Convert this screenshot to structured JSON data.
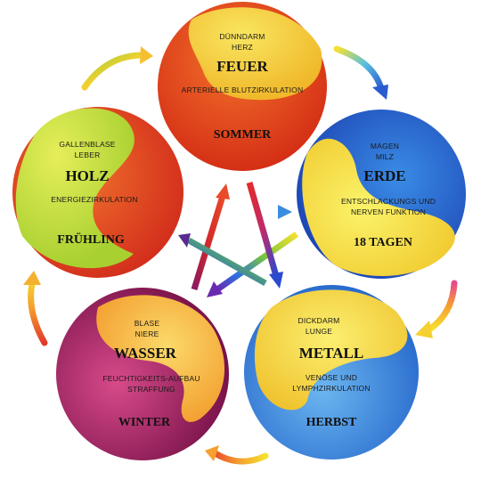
{
  "elements": [
    {
      "organs": [
        "DÜNNDARM",
        "HERZ"
      ],
      "element": "FEUER",
      "function": [
        "ARTERIELLE BLUTZIRKULATION"
      ],
      "season": "SOMMER",
      "colors": {
        "light": "#f7d23c",
        "dark": "#e0401c"
      }
    },
    {
      "organs": [
        "MAGEN",
        "MILZ"
      ],
      "element": "ERDE",
      "function": [
        "ENTSCHLACKUNGS UND",
        "NERVEN FUNKTION"
      ],
      "season": "18 TAGEN",
      "colors": {
        "light": "#f6e845",
        "dark": "#1f5fd0"
      }
    },
    {
      "organs": [
        "DICKDARM",
        "LUNGE"
      ],
      "element": "METALL",
      "function": [
        "VENÖSE UND",
        "LYMPHZIRKULATION"
      ],
      "season": "HERBST",
      "colors": {
        "light": "#f7dd3a",
        "dark": "#2f7fdc"
      }
    },
    {
      "organs": [
        "BLASE",
        "NIERE"
      ],
      "element": "WASSER",
      "function": [
        "FEUCHTIGKEITS-AUFBAU",
        "STRAFFUNG"
      ],
      "season": "WINTER",
      "colors": {
        "light": "#f7c03a",
        "dark": "#8a1050"
      }
    },
    {
      "organs": [
        "GALLENBLASE",
        "LEBER"
      ],
      "element": "HOLZ",
      "function": [
        "ENERGIEZIRKULATION"
      ],
      "season": "FRÜHLING",
      "colors": {
        "light": "#e2e23a",
        "dark": "#e23a1c"
      }
    }
  ]
}
